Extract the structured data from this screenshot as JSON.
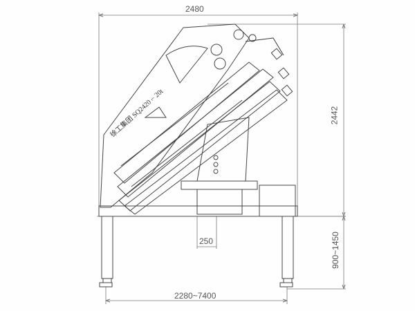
{
  "drawing": {
    "subject": "Truck-mounted knuckle boom crane, side elevation (folded)",
    "model_label": "徐工集团 SQ2420",
    "boom_text": "徐工集团 SQ2420 ⌐ 20t",
    "line_color": "#444444",
    "dim_color": "#666666"
  },
  "dimensions": {
    "overall_width": "2480",
    "overall_height": "2442",
    "outrigger_height": "900~1450",
    "outrigger_span": "2280~7400",
    "column_offset": "250"
  }
}
